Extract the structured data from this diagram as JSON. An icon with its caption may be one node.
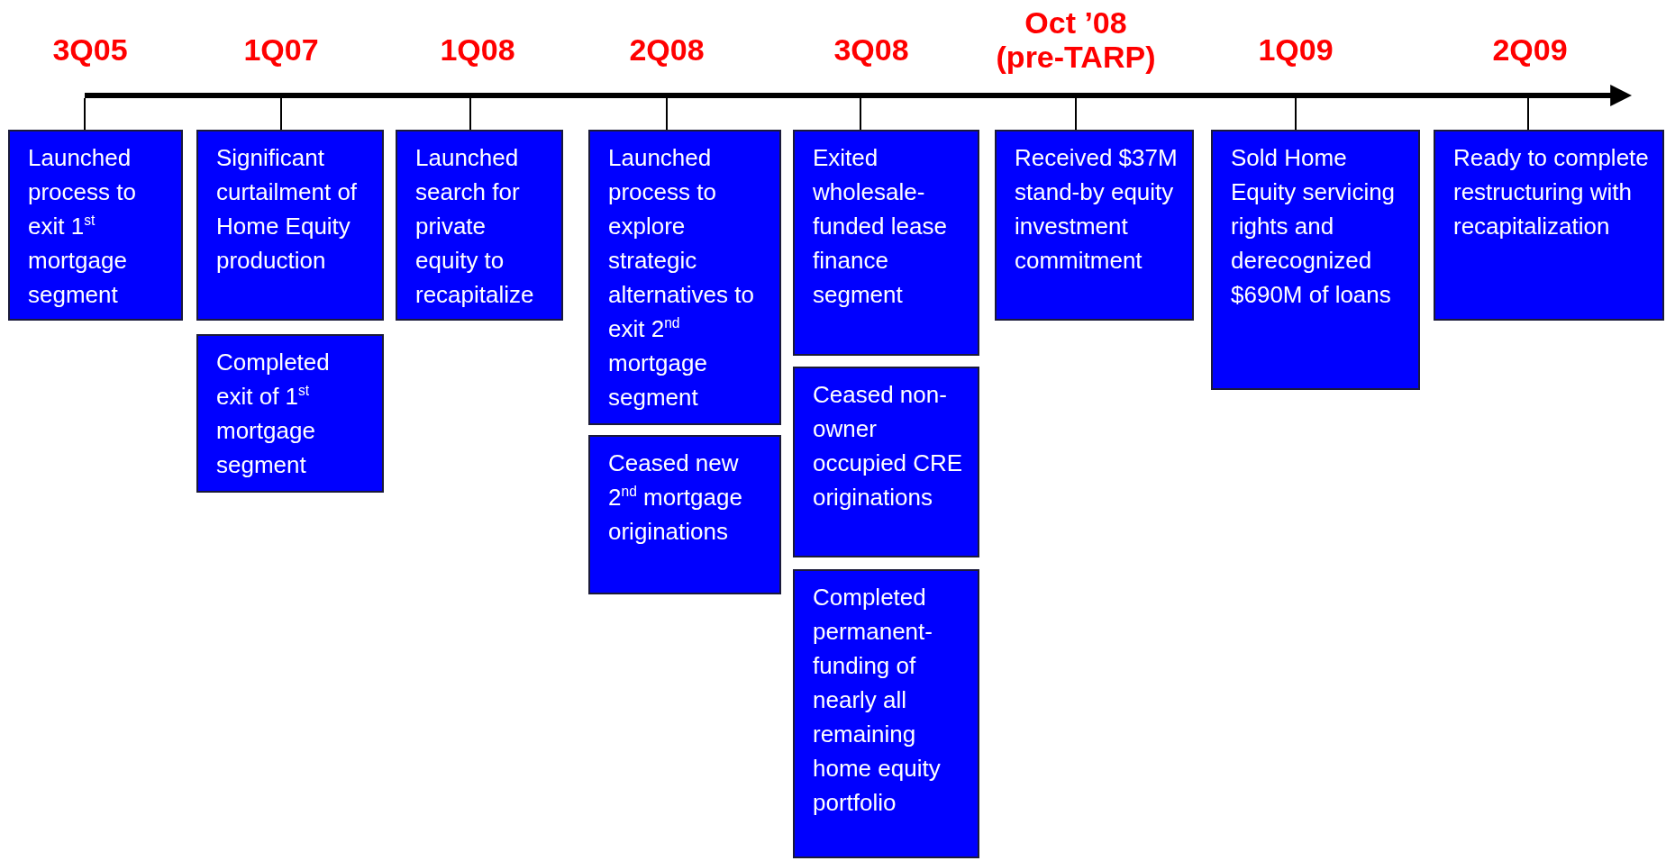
{
  "diagram": {
    "nodes": [
      {
        "text": [],
        "shape": "bar"
      },
      {
        "text": [
          "Launched process to exit 1$^{st}$ mortgage segment"
        ]
      },
      {
        "text": [
          "Significant curtailment of Home Equity production"
        ]
      },
      {
        "text": [
          "Completed exit of 1$^{st}$ mortgage segment"
        ]
      },
      {
        "text": [
          "Launched search for private equity to recapitalize"
        ]
      },
      {
        "text": [
          "Launched process to explore strategic alternatives to exit 2$^{nd}$ mortgage segment"
        ]
      },
      {
        "text": [
          "Ceased new 2$^{nd}$ mortgage originations"
        ]
      },
      {
        "text": [
          "Exited wholesale-funded lease finance segment"
        ]
      },
      {
        "text": [
          "Ceased non-owner occupied CRE originations"
        ]
      },
      {
        "text": [
          "Completed permanent-funding of nearly all remaining home equity portfolio"
        ]
      },
      {
        "text": [
          "Received $37M stand-by equity investment commitment"
        ]
      },
      {
        "text": [
          "Sold Home Equity servicing rights and derecognized $690M of loans"
        ]
      },
      {
        "text": [
          "Ready to complete restructuring with recapitalization"
        ]
      }
    ],
    "edges": [
      {
        "from": 0,
        "to": 1,
        "arrow": "none"
      },
      {
        "from": 0,
        "to": 2,
        "arrow": "none"
      },
      {
        "from": 0,
        "to": 4,
        "arrow": "none"
      },
      {
        "from": 0,
        "to": 5,
        "arrow": "none"
      },
      {
        "from": 0,
        "to": 7,
        "arrow": "none"
      },
      {
        "from": 0,
        "to": 10,
        "arrow": "none"
      },
      {
        "from": 0,
        "to": 11,
        "arrow": "none"
      },
      {
        "from": 0,
        "to": 12,
        "arrow": "none"
      }
    ],
    "labels": [
      "3Q05",
      "1Q07",
      "1Q08",
      "2Q08",
      "3Q08",
      "Oct ’08 (pre-TARP)",
      "1Q09",
      "2Q09"
    ]
  }
}
